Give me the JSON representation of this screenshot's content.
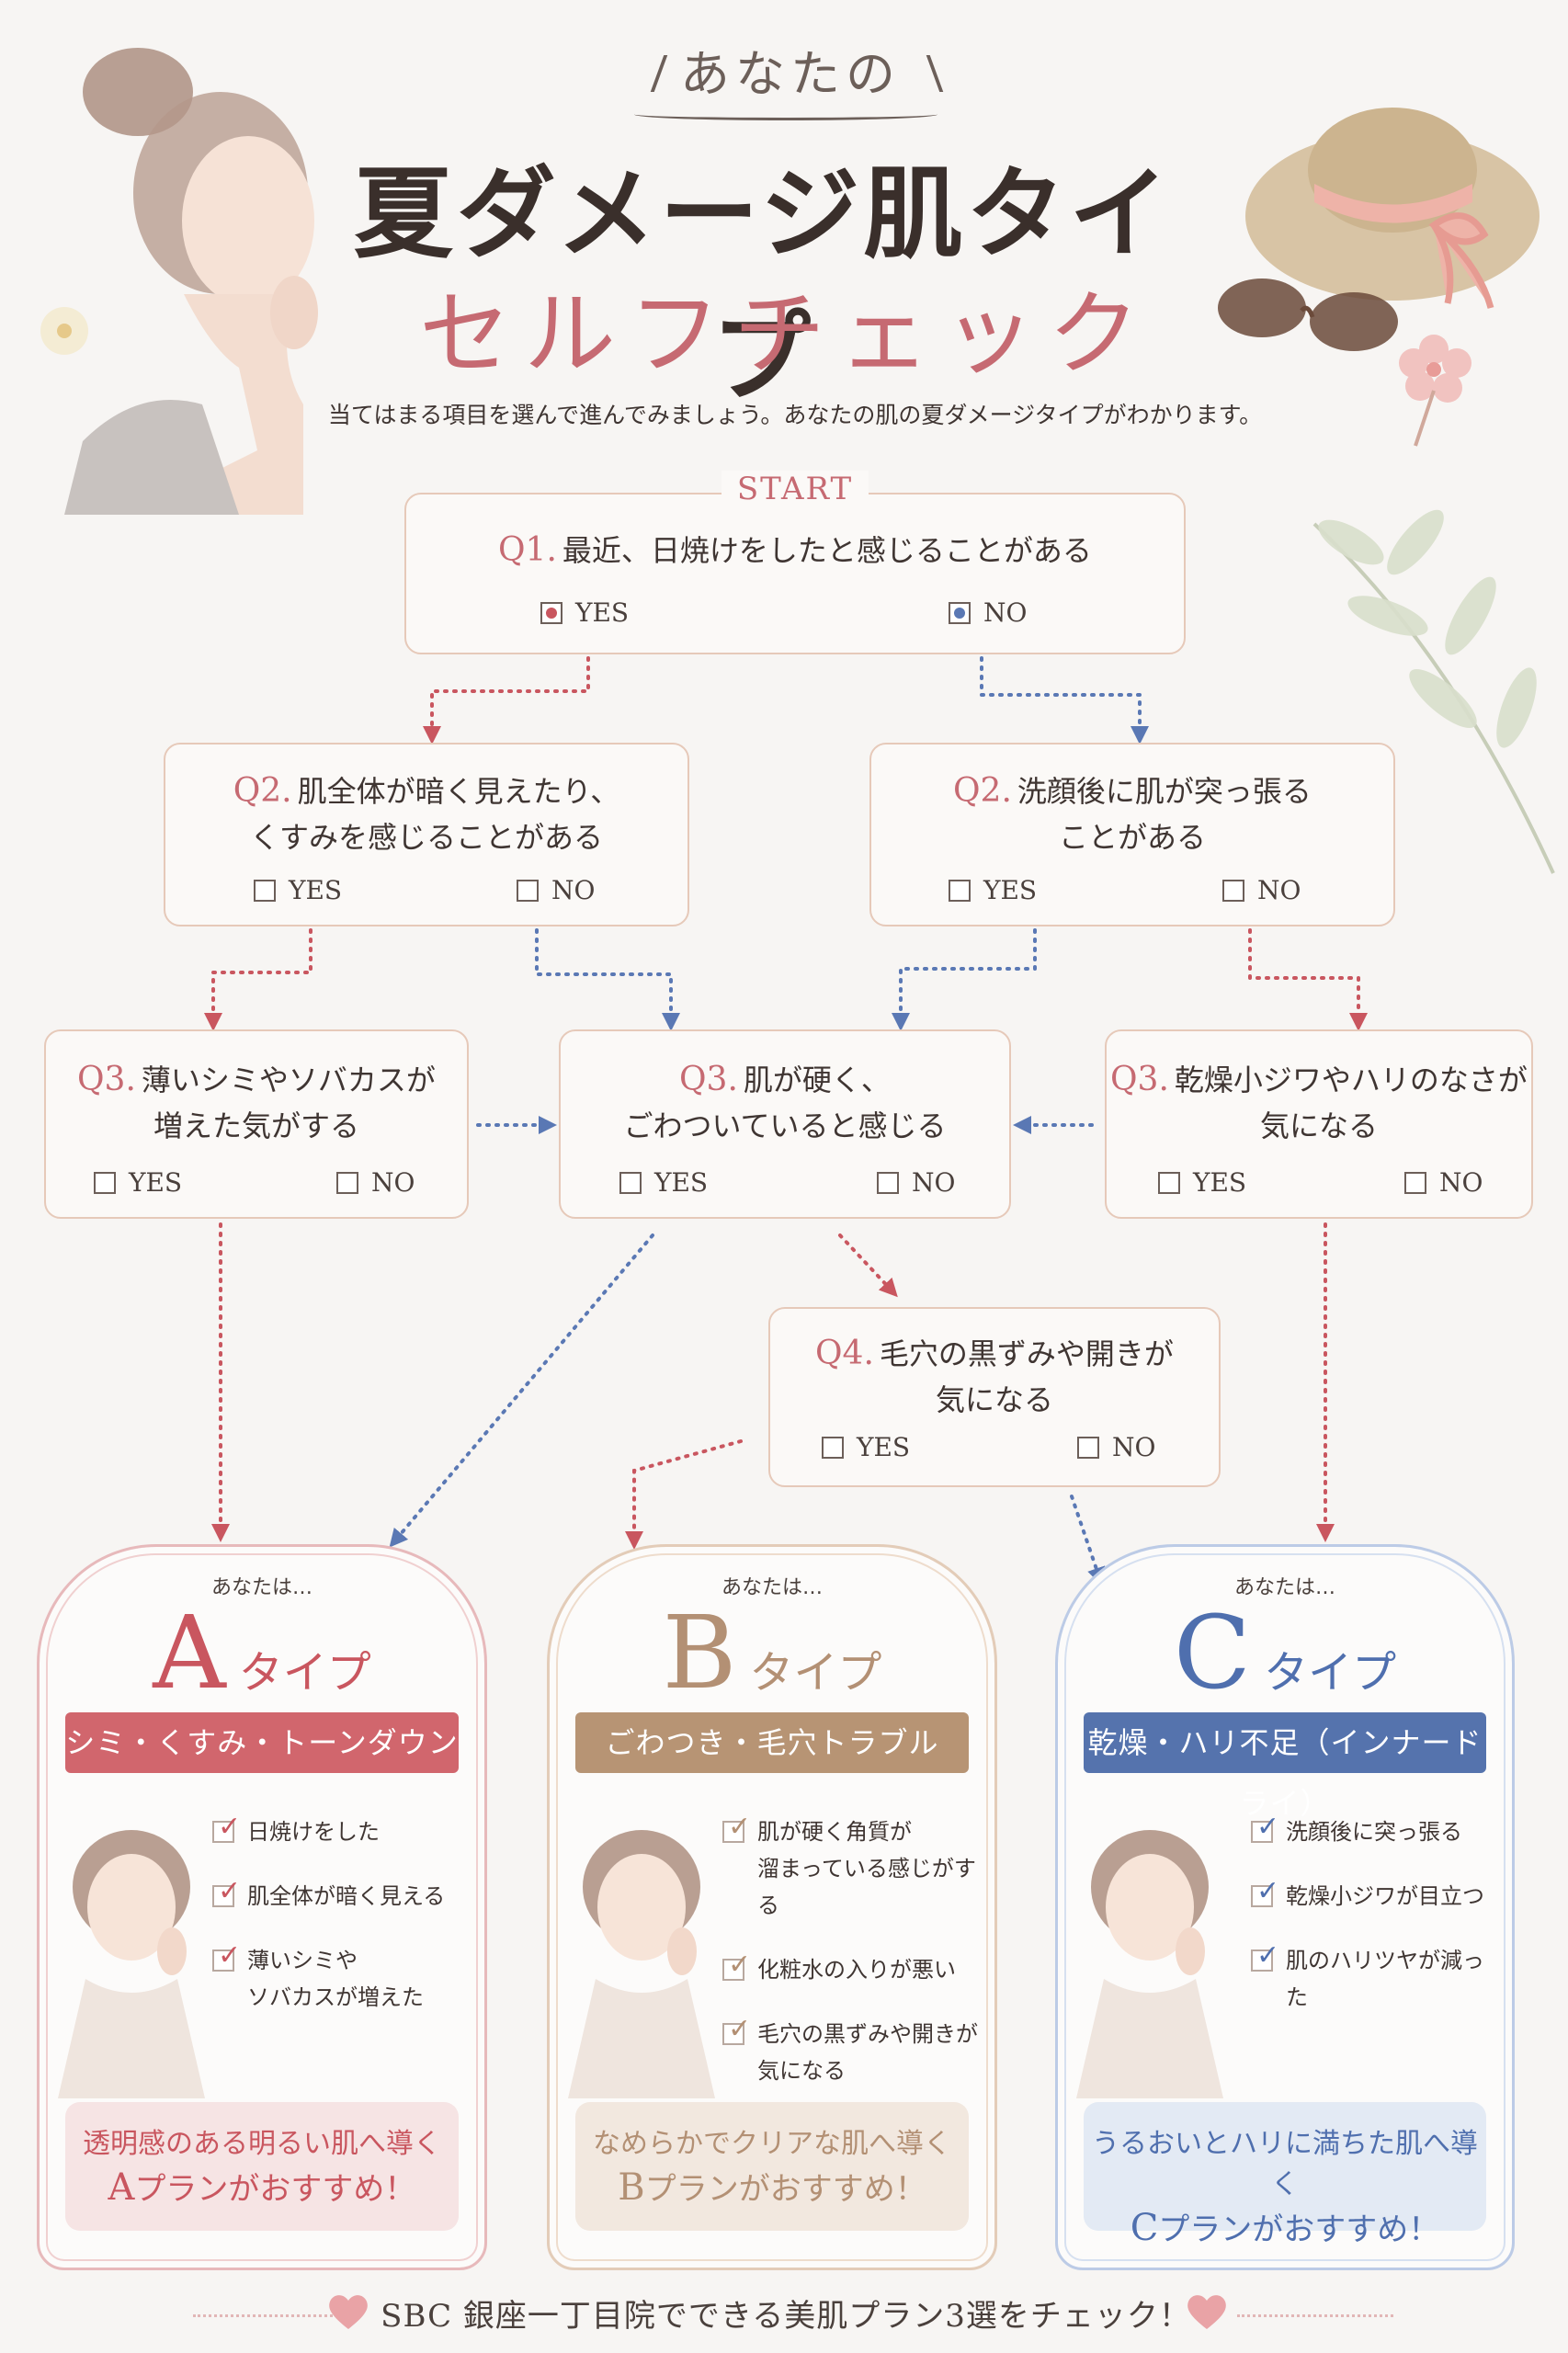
{
  "header": {
    "eyebrow": "あなたの",
    "title": "夏ダメージ肌タイプ",
    "subtitle": "セルフチェック",
    "lead": "当てはまる項目を選んで進んでみましょう。あなたの肌の夏ダメージタイプがわかります。"
  },
  "colors": {
    "yes_path": "#c9565f",
    "no_path": "#5a78b4",
    "accent": "#c66a72"
  },
  "flow": {
    "start_label": "START",
    "yes_label": "YES",
    "no_label": "NO",
    "q1": {
      "num": "Q1.",
      "text": "最近、日焼けをしたと感じることがある"
    },
    "q2_left": {
      "num": "Q2.",
      "line1": "肌全体が暗く見えたり、",
      "line2": "くすみを感じることがある"
    },
    "q2_right": {
      "num": "Q2.",
      "line1": "洗顔後に肌が突っ張る",
      "line2": "ことがある"
    },
    "q3_left": {
      "num": "Q3.",
      "line1": "薄いシミやソバカスが",
      "line2": "増えた気がする"
    },
    "q3_center": {
      "num": "Q3.",
      "line1": "肌が硬く、",
      "line2": "ごわついていると感じる"
    },
    "q3_right": {
      "num": "Q3.",
      "line1": "乾燥小ジワやハリのなさが",
      "line2": "気になる"
    },
    "q4": {
      "num": "Q4.",
      "line1": "毛穴の黒ずみや開きが",
      "line2": "気になる"
    }
  },
  "results": [
    {
      "intro": "あなたは…",
      "letter": "A",
      "type_word": "タイプ",
      "banner": "シミ・くすみ・トーンダウン",
      "color": "#c9565f",
      "banner_color": "#d1666d",
      "plan_bg": "#f6e4e4",
      "checks": [
        "日焼けをした",
        "肌全体が暗く見える",
        "薄いシミや\nソバカスが増えた"
      ],
      "plan_lead": "透明感のある明るい肌へ導く",
      "plan_letter": "A",
      "plan_reco": "プランがおすすめ！"
    },
    {
      "intro": "あなたは…",
      "letter": "B",
      "type_word": "タイプ",
      "banner": "ごわつき・毛穴トラブル",
      "color": "#b39074",
      "banner_color": "#b79474",
      "plan_bg": "#f2e8df",
      "checks": [
        "肌が硬く角質が\n溜まっている感じがする",
        "化粧水の入りが悪い",
        "毛穴の黒ずみや開きが\n気になる"
      ],
      "plan_lead": "なめらかでクリアな肌へ導く",
      "plan_letter": "B",
      "plan_reco": "プランがおすすめ！"
    },
    {
      "intro": "あなたは…",
      "letter": "C",
      "type_word": "タイプ",
      "banner": "乾燥・ハリ不足（インナードライ）",
      "color": "#4f6fae",
      "banner_color": "#5573ad",
      "plan_bg": "#e3eaf4",
      "checks": [
        "洗顔後に突っ張る",
        "乾燥小ジワが目立つ",
        "肌のハリツヤが減った"
      ],
      "plan_lead": "うるおいとハリに満ちた肌へ導く",
      "plan_letter": "C",
      "plan_reco": "プランがおすすめ！"
    }
  ],
  "footer": {
    "text": "SBC 銀座一丁目院でできる美肌プラン3選をチェック！",
    "heart_color": "#e9a3a6"
  },
  "decorations": {
    "icons": [
      "woman-portrait-icon",
      "straw-hat-icon",
      "sunglasses-icon",
      "flower-icon",
      "leaf-branch-icon",
      "check-icon",
      "heart-icon"
    ]
  }
}
